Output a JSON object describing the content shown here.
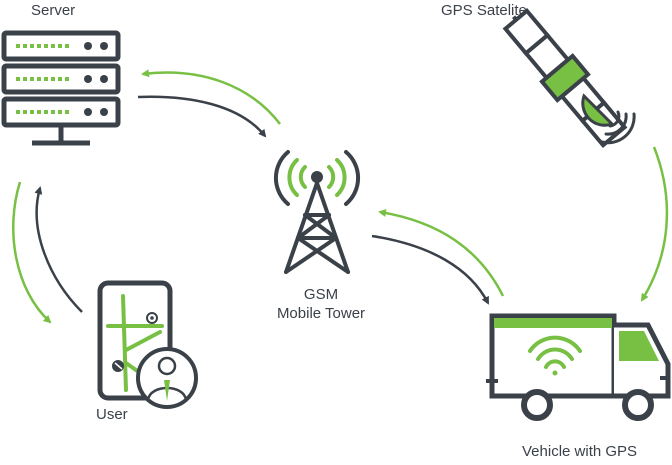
{
  "labels": {
    "server": "Server",
    "gps_satellite": "GPS Satelite",
    "gsm_line1": "GSM",
    "gsm_line2": "Mobile Tower",
    "user": "User",
    "vehicle": "Vehicle with GPS"
  },
  "icons": [
    "server-icon",
    "satellite-icon",
    "tower-icon",
    "smartphone-icon",
    "user-avatar-icon",
    "truck-icon",
    "wifi-icon"
  ],
  "colors": {
    "dark": "#3b4148",
    "green": "#77c043",
    "light_green": "#a9d98a",
    "text": "#3b4148"
  }
}
